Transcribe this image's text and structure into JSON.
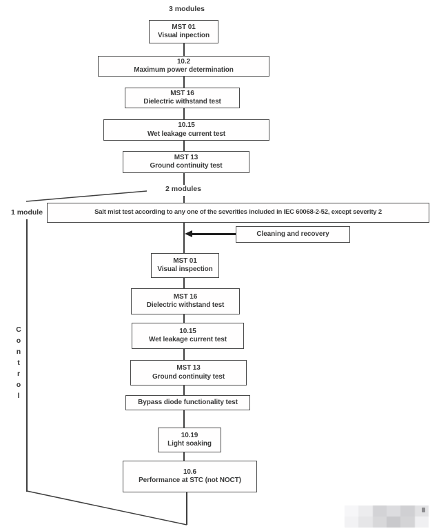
{
  "diagram": {
    "labels": {
      "three_modules": "3 modules",
      "two_modules": "2 modules",
      "one_module": "1 module",
      "control": "Control"
    },
    "sequence1": [
      {
        "code": "MST 01",
        "name": "Visual inpection"
      },
      {
        "code": "10.2",
        "name": "Maximum power determination"
      },
      {
        "code": "MST 16",
        "name": "Dielectric withstand test"
      },
      {
        "code": "10.15",
        "name": "Wet leakage current test"
      },
      {
        "code": "MST 13",
        "name": "Ground continuity test"
      }
    ],
    "salt_mist_test": "Salt mist test according to any one of the severities included in IEC 60068-2-52, except  severity 2",
    "cleaning_and_recovery": "Cleaning and recovery",
    "sequence2": [
      {
        "code": "MST 01",
        "name": "Visual inspection"
      },
      {
        "code": "MST 16",
        "name": "Dielectric withstand test"
      },
      {
        "code": "10.15",
        "name": "Wet leakage current test"
      },
      {
        "code": "MST 13",
        "name": "Ground continuity test"
      },
      {
        "code": "",
        "name": "Bypass diode functionality test"
      },
      {
        "code": "10.19",
        "name": "Light soaking"
      },
      {
        "code": "10.6",
        "name": "Performance at STC (not NOCT)"
      }
    ],
    "colors": {
      "line": "#3f3f3f",
      "text": "#3a3a3a",
      "box-border": "#4a4a4a",
      "background": "#ffffff"
    }
  }
}
